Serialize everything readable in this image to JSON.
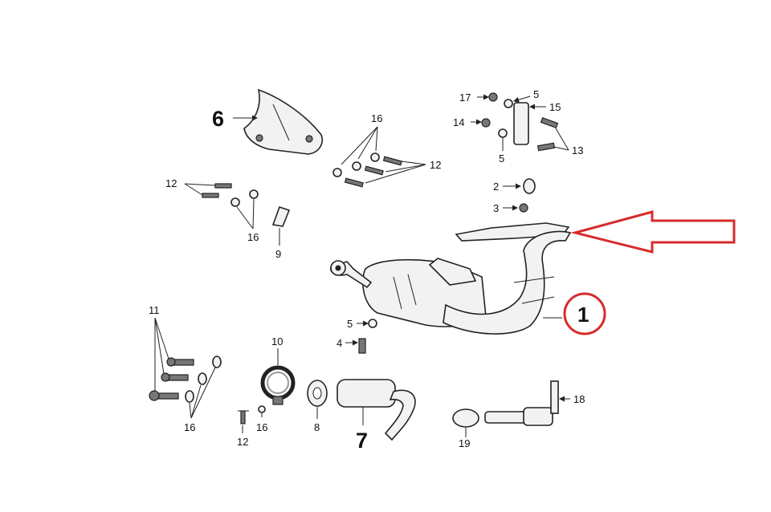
{
  "labels": {
    "n1": "1",
    "n2": "2",
    "n3": "3",
    "n4": "4",
    "n5a": "5",
    "n5b": "5",
    "n5c": "5",
    "n6": "6",
    "n7": "7",
    "n8": "8",
    "n9": "9",
    "n10": "10",
    "n11": "11",
    "n12a": "12",
    "n12b": "12",
    "n12c": "12",
    "n13": "13",
    "n14": "14",
    "n15": "15",
    "n16a": "16",
    "n16b": "16",
    "n16c": "16",
    "n16d": "16",
    "n17": "17",
    "n18": "18",
    "n19": "19"
  },
  "colors": {
    "highlight": "#d62b2b",
    "ink": "#222222",
    "paper": "#ffffff"
  }
}
